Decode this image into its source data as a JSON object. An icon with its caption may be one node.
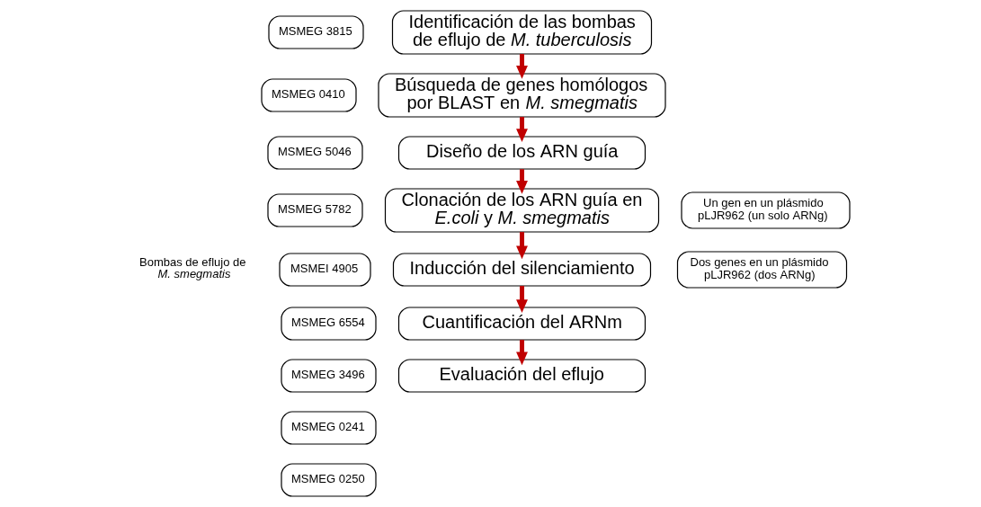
{
  "diagram": {
    "nodes": [
      {
        "text": [
          "Identificación de las bombas de eflujo de *M. tuberculosis*"
        ]
      },
      {
        "text": [
          "Búsqueda de genes homólogos por BLAST en *M. smegmatis*"
        ]
      },
      {
        "text": [
          "Diseño de los ARN guía"
        ]
      },
      {
        "text": [
          "Clonación de los ARN guía en *E.coli* y *M. smegmatis*"
        ]
      },
      {
        "text": [
          "Inducción del silenciamiento"
        ]
      },
      {
        "text": [
          "Cuantificación del ARNm"
        ]
      },
      {
        "text": [
          "Evaluación del eflujo"
        ]
      },
      {
        "text": [
          "MSMEG 3815"
        ]
      },
      {
        "text": [
          "MSMEG 0410"
        ]
      },
      {
        "text": [
          "MSMEG 5046"
        ]
      },
      {
        "text": [
          "MSMEG 5782"
        ]
      },
      {
        "text": [
          "MSMEI 4905"
        ]
      },
      {
        "text": [
          "MSMEG 6554"
        ]
      },
      {
        "text": [
          "MSMEG 3496"
        ]
      },
      {
        "text": [
          "MSMEG 0241"
        ]
      },
      {
        "text": [
          "MSMEG 0250"
        ]
      },
      {
        "text": [
          "Un gen en un plásmido pLJR962 (un solo ARNg)"
        ]
      },
      {
        "text": [
          "Dos genes en un plásmido pLJR962 (dos ARNg)"
        ]
      }
    ],
    "edges": [
      {
        "from": 0,
        "to": 1,
        "arrow": "to"
      },
      {
        "from": 1,
        "to": 2,
        "arrow": "to"
      },
      {
        "from": 2,
        "to": 3,
        "arrow": "to"
      },
      {
        "from": 3,
        "to": 4,
        "arrow": "to"
      },
      {
        "from": 4,
        "to": 5,
        "arrow": "to"
      },
      {
        "from": 5,
        "to": 6,
        "arrow": "to"
      }
    ],
    "labels": [
      "Bombas de eflujo de *M. smegmatis*"
    ]
  }
}
